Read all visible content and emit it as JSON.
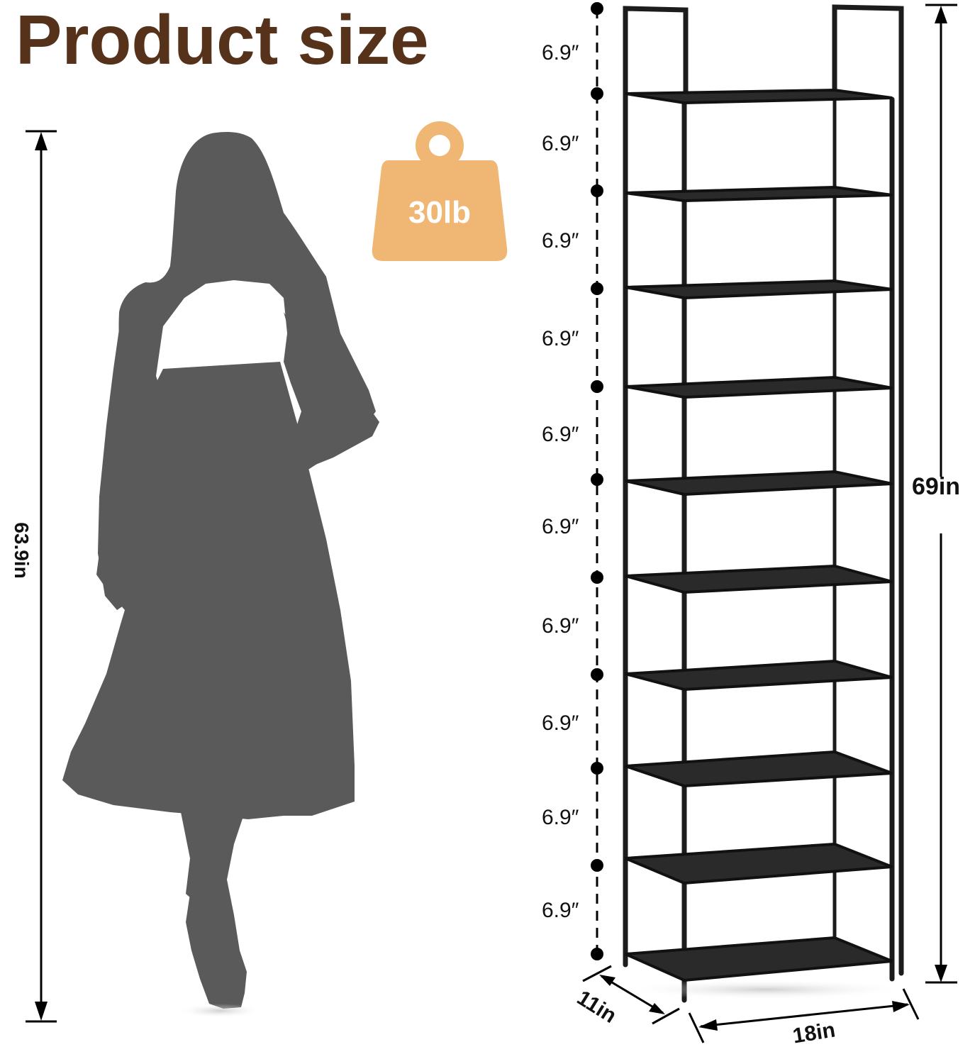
{
  "title": "Product size",
  "colors": {
    "title": "#56321a",
    "silhouette": "#5a5a5a",
    "weight_icon": "#f0b673",
    "rack": "#1c1c1c",
    "dimension_lines": "#000000"
  },
  "person": {
    "height_label": "63.9in"
  },
  "weight": {
    "icon": "weight-icon",
    "label": "30lb"
  },
  "rack": {
    "tiers": 10,
    "height_label": "69in",
    "depth_label": "11in",
    "width_label": "18in",
    "tier_spacing": [
      "6.9″",
      "6.9″",
      "6.9″",
      "6.9″",
      "6.9″",
      "6.9″",
      "6.9″",
      "6.9″",
      "6.9″",
      "6.9″"
    ]
  }
}
